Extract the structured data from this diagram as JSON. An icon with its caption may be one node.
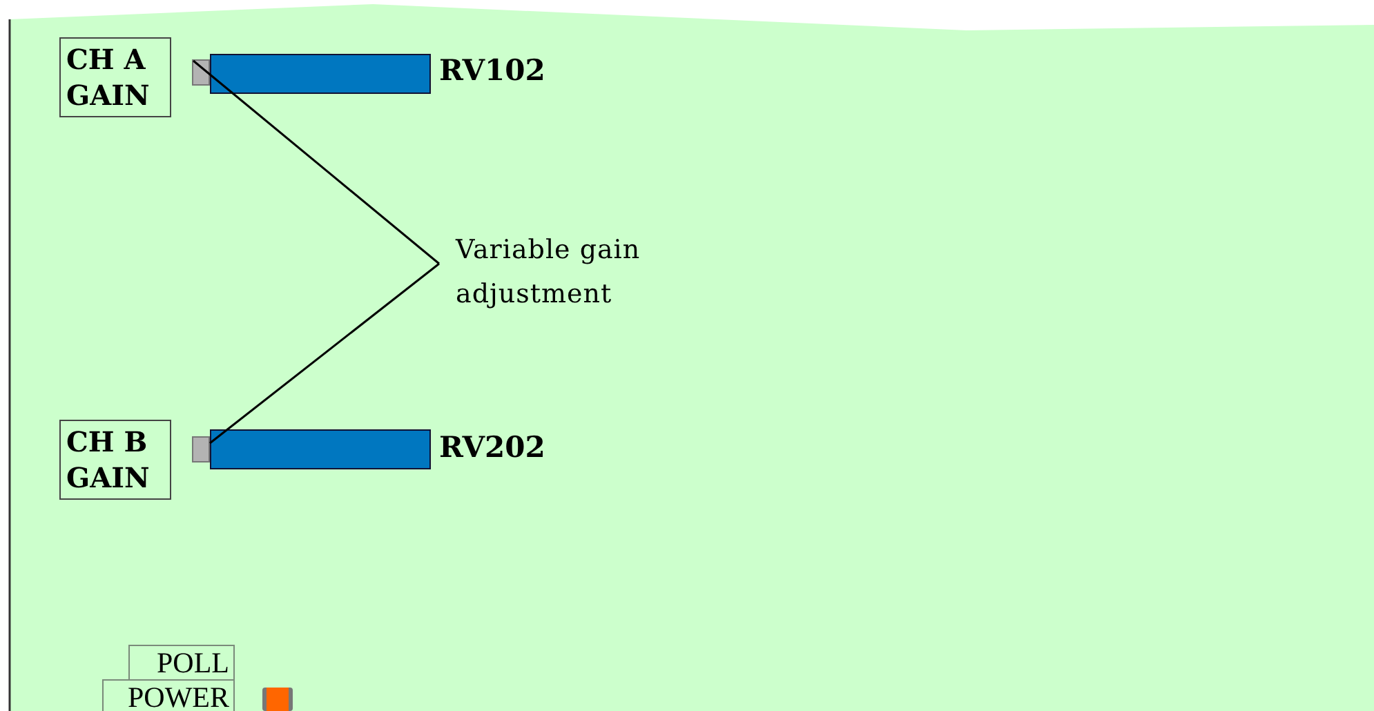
{
  "diagram": {
    "nodes": [
      {
        "text": [
          "CH A GAIN"
        ]
      },
      {
        "text": [],
        "shape": "box"
      },
      {
        "text": [],
        "shape": "bar"
      },
      {
        "text": [
          "Variable gain adjustment"
        ]
      },
      {
        "text": [
          "CH B GAIN"
        ]
      },
      {
        "text": [],
        "shape": "box"
      },
      {
        "text": [],
        "shape": "bar"
      },
      {
        "text": [
          "POLL"
        ]
      },
      {
        "text": [
          "POWER"
        ]
      }
    ],
    "edges": [
      {
        "from": 3,
        "to": 1,
        "arrow": "none"
      },
      {
        "from": 3,
        "to": 5,
        "arrow": "none"
      }
    ],
    "labels": [
      "RV102",
      "RV202"
    ]
  }
}
